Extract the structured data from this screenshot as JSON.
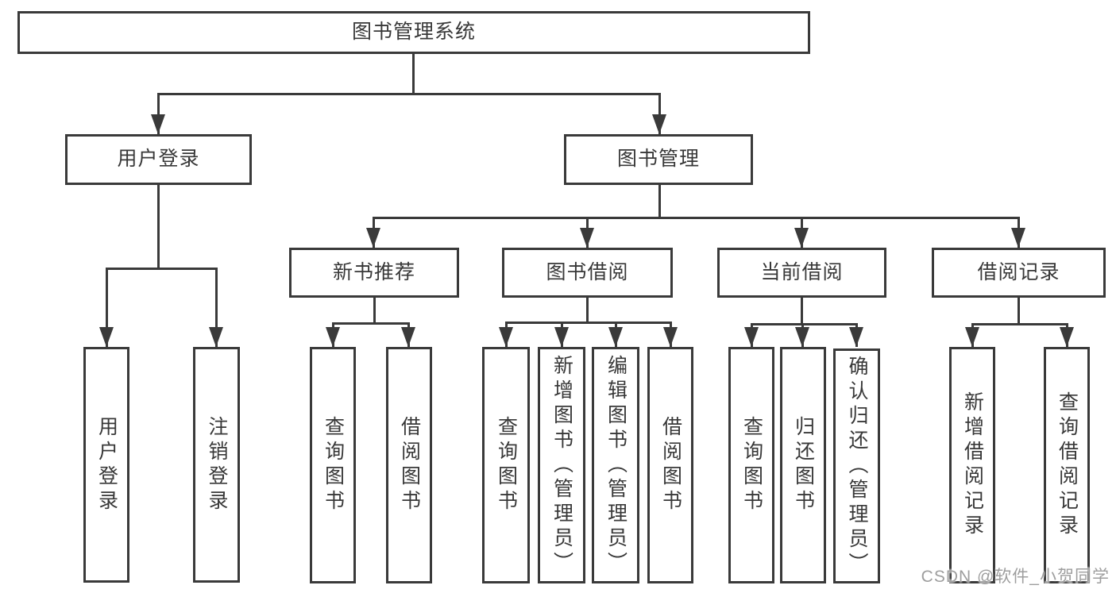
{
  "colors": {
    "line": "#3a3a3a",
    "text": "#383838",
    "watermark": "#9e9e9e",
    "background": "#ffffff"
  },
  "diagram": {
    "root": {
      "label": "图书管理系统"
    },
    "level1": [
      {
        "label": "用户登录"
      },
      {
        "label": "图书管理"
      }
    ],
    "level2": [
      {
        "label": "新书推荐"
      },
      {
        "label": "图书借阅"
      },
      {
        "label": "当前借阅"
      },
      {
        "label": "借阅记录"
      }
    ],
    "leaves": {
      "user_login": [
        "用户登录",
        "注销登录"
      ],
      "new_book_recommend": [
        "查询图书",
        "借阅图书"
      ],
      "book_borrow": [
        "查询图书",
        "新增图书（管理员）",
        "编辑图书（管理员）",
        "借阅图书"
      ],
      "current_borrow": [
        "查询图书",
        "归还图书",
        "确认归还（管理员）"
      ],
      "borrow_records": [
        "新增借阅记录",
        "查询借阅记录"
      ]
    },
    "watermark": "CSDN @软件_小贺同学"
  }
}
